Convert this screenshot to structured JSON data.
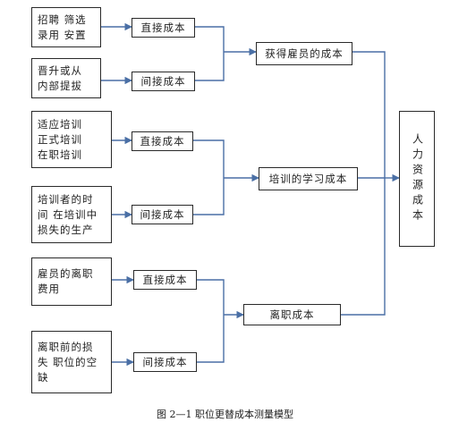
{
  "sources": [
    {
      "text": "招聘  筛选\n录用  安置"
    },
    {
      "text": "晋升或从\n内部提拔"
    },
    {
      "text": "适应培训\n正式培训\n在职培训"
    },
    {
      "text": "培训者的时\n间 在培训中\n损失的生产"
    },
    {
      "text": "雇员的离职\n费用"
    },
    {
      "text": "离职前的损\n失 职位的空\n缺"
    }
  ],
  "costs": [
    {
      "label": "直接成本"
    },
    {
      "label": "间接成本"
    },
    {
      "label": "直接成本"
    },
    {
      "label": "间接成本"
    },
    {
      "label": "直接成本"
    },
    {
      "label": "间接成本"
    }
  ],
  "categories": [
    {
      "label": "获得雇员的成本"
    },
    {
      "label": "培训的学习成本"
    },
    {
      "label": "离职成本"
    }
  ],
  "final": {
    "label": "人力资源成本"
  },
  "caption": "图 2—1  职位更替成本测量模型"
}
